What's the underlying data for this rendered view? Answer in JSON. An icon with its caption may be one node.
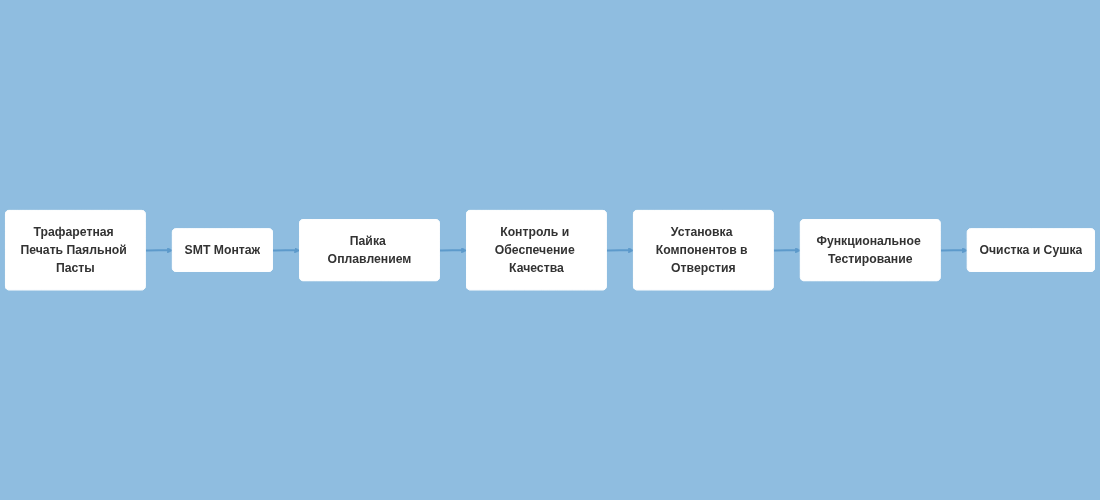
{
  "diagram": {
    "nodes": [
      {
        "text": [
          "Трафаретная Печать Паяльной Пасты"
        ]
      },
      {
        "text": [
          "SMT Монтаж"
        ]
      },
      {
        "text": [
          "Пайка Оплавлением"
        ]
      },
      {
        "text": [
          "Контроль и Обеспечение Качества"
        ]
      },
      {
        "text": [
          "Установка Компонентов в Отверстия"
        ]
      },
      {
        "text": [
          "Функциональное Тестирование"
        ]
      },
      {
        "text": [
          "Очистка и Сушка"
        ]
      }
    ],
    "edges": [
      {
        "from": 0,
        "to": 1,
        "arrow": "to"
      },
      {
        "from": 1,
        "to": 2,
        "arrow": "to"
      },
      {
        "from": 2,
        "to": 3,
        "arrow": "to"
      },
      {
        "from": 3,
        "to": 4,
        "arrow": "to"
      },
      {
        "from": 4,
        "to": 5,
        "arrow": "to"
      },
      {
        "from": 5,
        "to": 6,
        "arrow": "to"
      }
    ]
  }
}
